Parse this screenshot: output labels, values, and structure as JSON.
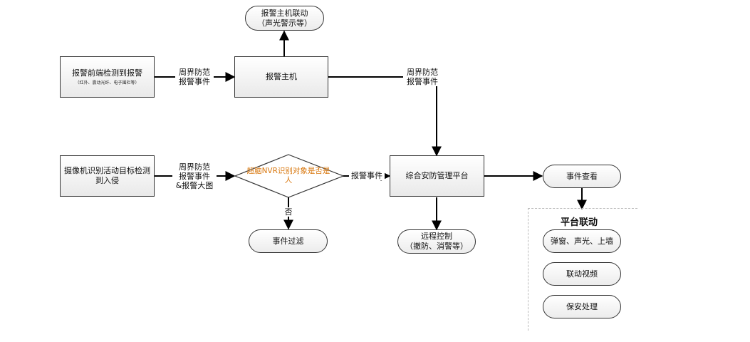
{
  "nodes": {
    "alarm_frontend": {
      "title": "报警前端检测到报警",
      "subtitle": "（红外、震动光纤、电子围栏等）"
    },
    "alarm_host": {
      "title": "报警主机"
    },
    "host_linkage": {
      "line1": "报警主机联动",
      "line2": "（声光警示等）"
    },
    "camera_detect": {
      "title": "摄像机识别活动目标检测到入侵"
    },
    "nvr_decision": {
      "text": "超脑NVR识别对象是否是人"
    },
    "platform": {
      "title": "综合安防管理平台"
    },
    "event_view": {
      "title": "事件查看"
    },
    "event_filter": {
      "title": "事件过滤"
    },
    "remote_control": {
      "line1": "远程控制",
      "line2": "（撤防、消警等）"
    }
  },
  "edges": {
    "front_to_host": {
      "line1": "周界防范",
      "line2": "报警事件"
    },
    "host_to_platform": {
      "line1": "周界防范",
      "line2": "报警事件"
    },
    "camera_to_nvr": {
      "line1": "周界防范",
      "line2": "报警事件",
      "line3": "&报警大图"
    },
    "nvr_to_platform": {
      "text": "报警事件"
    },
    "nvr_to_filter": {
      "text": "否"
    }
  },
  "linkage_panel": {
    "title": "平台联动",
    "items": [
      "弹窗、声光、上墙",
      "联动视频",
      "保安处理"
    ]
  },
  "colors": {
    "stroke": "#000000",
    "decision_text": "#d9780f",
    "box_border": "#333333"
  }
}
